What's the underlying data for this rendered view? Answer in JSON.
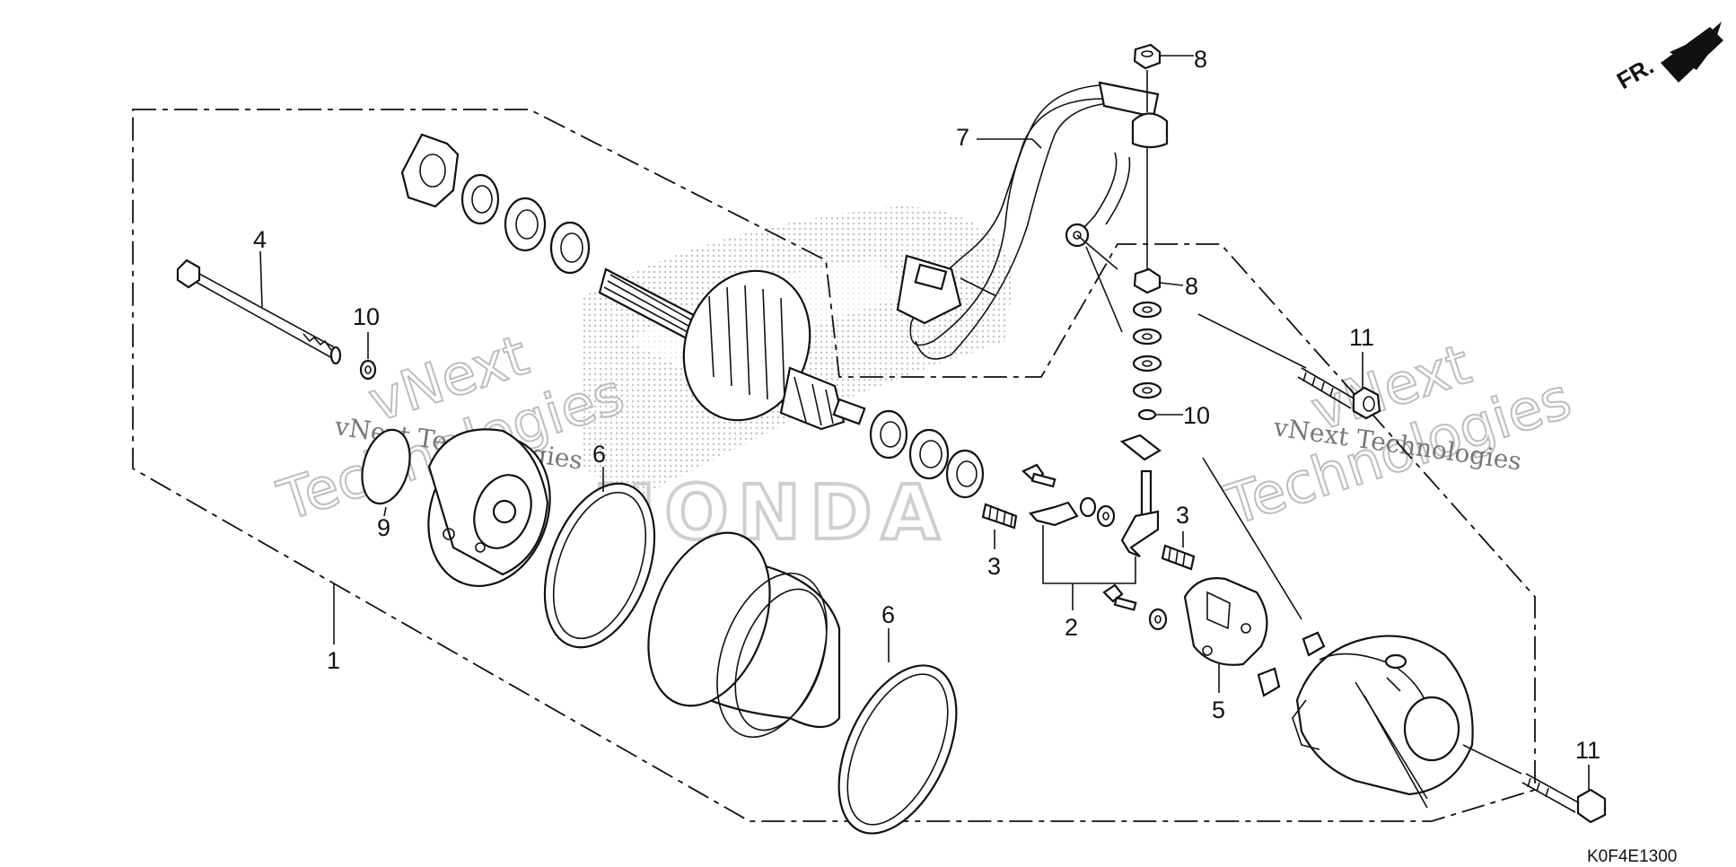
{
  "callouts": [
    {
      "id": "c1",
      "text": "1"
    },
    {
      "id": "c2",
      "text": "2"
    },
    {
      "id": "c3a",
      "text": "3"
    },
    {
      "id": "c3b",
      "text": "3"
    },
    {
      "id": "c4",
      "text": "4"
    },
    {
      "id": "c5",
      "text": "5"
    },
    {
      "id": "c6a",
      "text": "6"
    },
    {
      "id": "c6b",
      "text": "6"
    },
    {
      "id": "c7",
      "text": "7"
    },
    {
      "id": "c8a",
      "text": "8"
    },
    {
      "id": "c8b",
      "text": "8"
    },
    {
      "id": "c9",
      "text": "9"
    },
    {
      "id": "c10a",
      "text": "10"
    },
    {
      "id": "c10b",
      "text": "10"
    },
    {
      "id": "c11a",
      "text": "11"
    },
    {
      "id": "c11b",
      "text": "11"
    }
  ],
  "direction_label": "FR.",
  "diagram_code": "K0F4E1300",
  "watermark": {
    "small": "vNext Technologies",
    "big_top": "vNext",
    "big_bottom": "Technologies"
  },
  "brand_watermark": "HONDA",
  "colors": {
    "ink": "#111111",
    "watermark": "#bdbdbd",
    "background": "#ffffff"
  }
}
